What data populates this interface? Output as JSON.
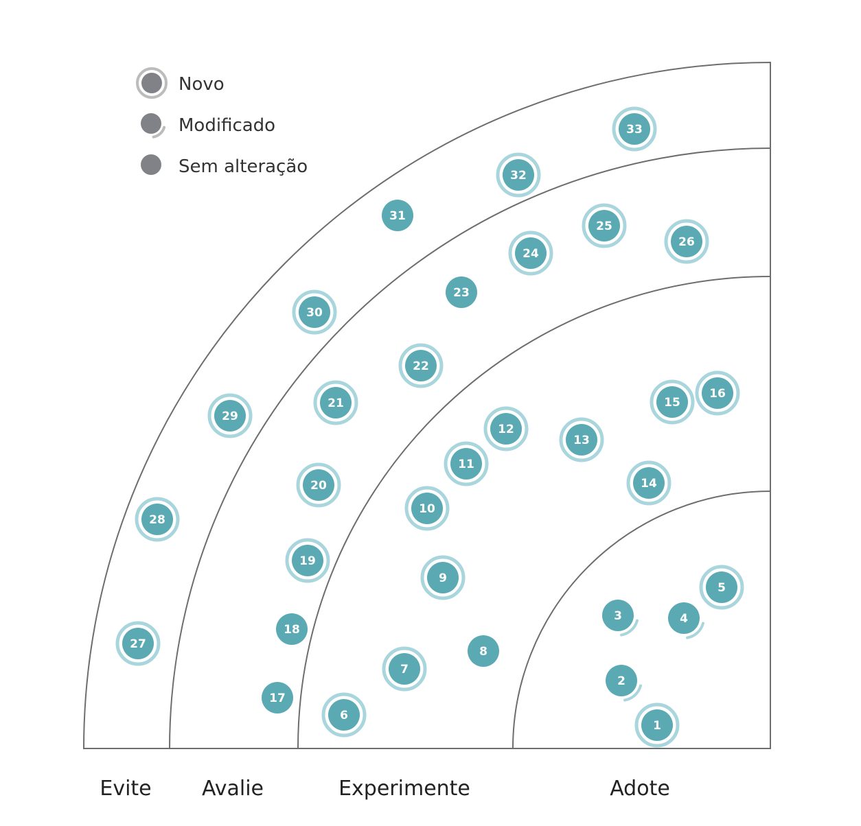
{
  "legend": {
    "new_label": "Novo",
    "modified_label": "Modificado",
    "unchanged_label": "Sem alteração"
  },
  "rings": {
    "hold": "Evite",
    "assess": "Avalie",
    "trial": "Experimente",
    "adopt": "Adote"
  },
  "colors": {
    "blip": "#5aa9b3",
    "blip_ring": "#a9d5dc",
    "legend_dot": "#808287",
    "legend_ring": "#bcbcbc",
    "arc": "#6d6d6d"
  },
  "blips": [
    {
      "id": "1",
      "status": "new"
    },
    {
      "id": "2",
      "status": "modified"
    },
    {
      "id": "3",
      "status": "modified"
    },
    {
      "id": "4",
      "status": "modified"
    },
    {
      "id": "5",
      "status": "new"
    },
    {
      "id": "6",
      "status": "new"
    },
    {
      "id": "7",
      "status": "new"
    },
    {
      "id": "8",
      "status": "unchanged"
    },
    {
      "id": "9",
      "status": "new"
    },
    {
      "id": "10",
      "status": "new"
    },
    {
      "id": "11",
      "status": "new"
    },
    {
      "id": "12",
      "status": "new"
    },
    {
      "id": "13",
      "status": "new"
    },
    {
      "id": "14",
      "status": "new"
    },
    {
      "id": "15",
      "status": "new"
    },
    {
      "id": "16",
      "status": "new"
    },
    {
      "id": "17",
      "status": "unchanged"
    },
    {
      "id": "18",
      "status": "unchanged"
    },
    {
      "id": "19",
      "status": "new"
    },
    {
      "id": "20",
      "status": "new"
    },
    {
      "id": "21",
      "status": "new"
    },
    {
      "id": "22",
      "status": "new"
    },
    {
      "id": "23",
      "status": "unchanged"
    },
    {
      "id": "24",
      "status": "new"
    },
    {
      "id": "25",
      "status": "new"
    },
    {
      "id": "26",
      "status": "new"
    },
    {
      "id": "27",
      "status": "new"
    },
    {
      "id": "28",
      "status": "new"
    },
    {
      "id": "29",
      "status": "new"
    },
    {
      "id": "30",
      "status": "new"
    },
    {
      "id": "31",
      "status": "unchanged"
    },
    {
      "id": "32",
      "status": "new"
    },
    {
      "id": "33",
      "status": "new"
    }
  ]
}
